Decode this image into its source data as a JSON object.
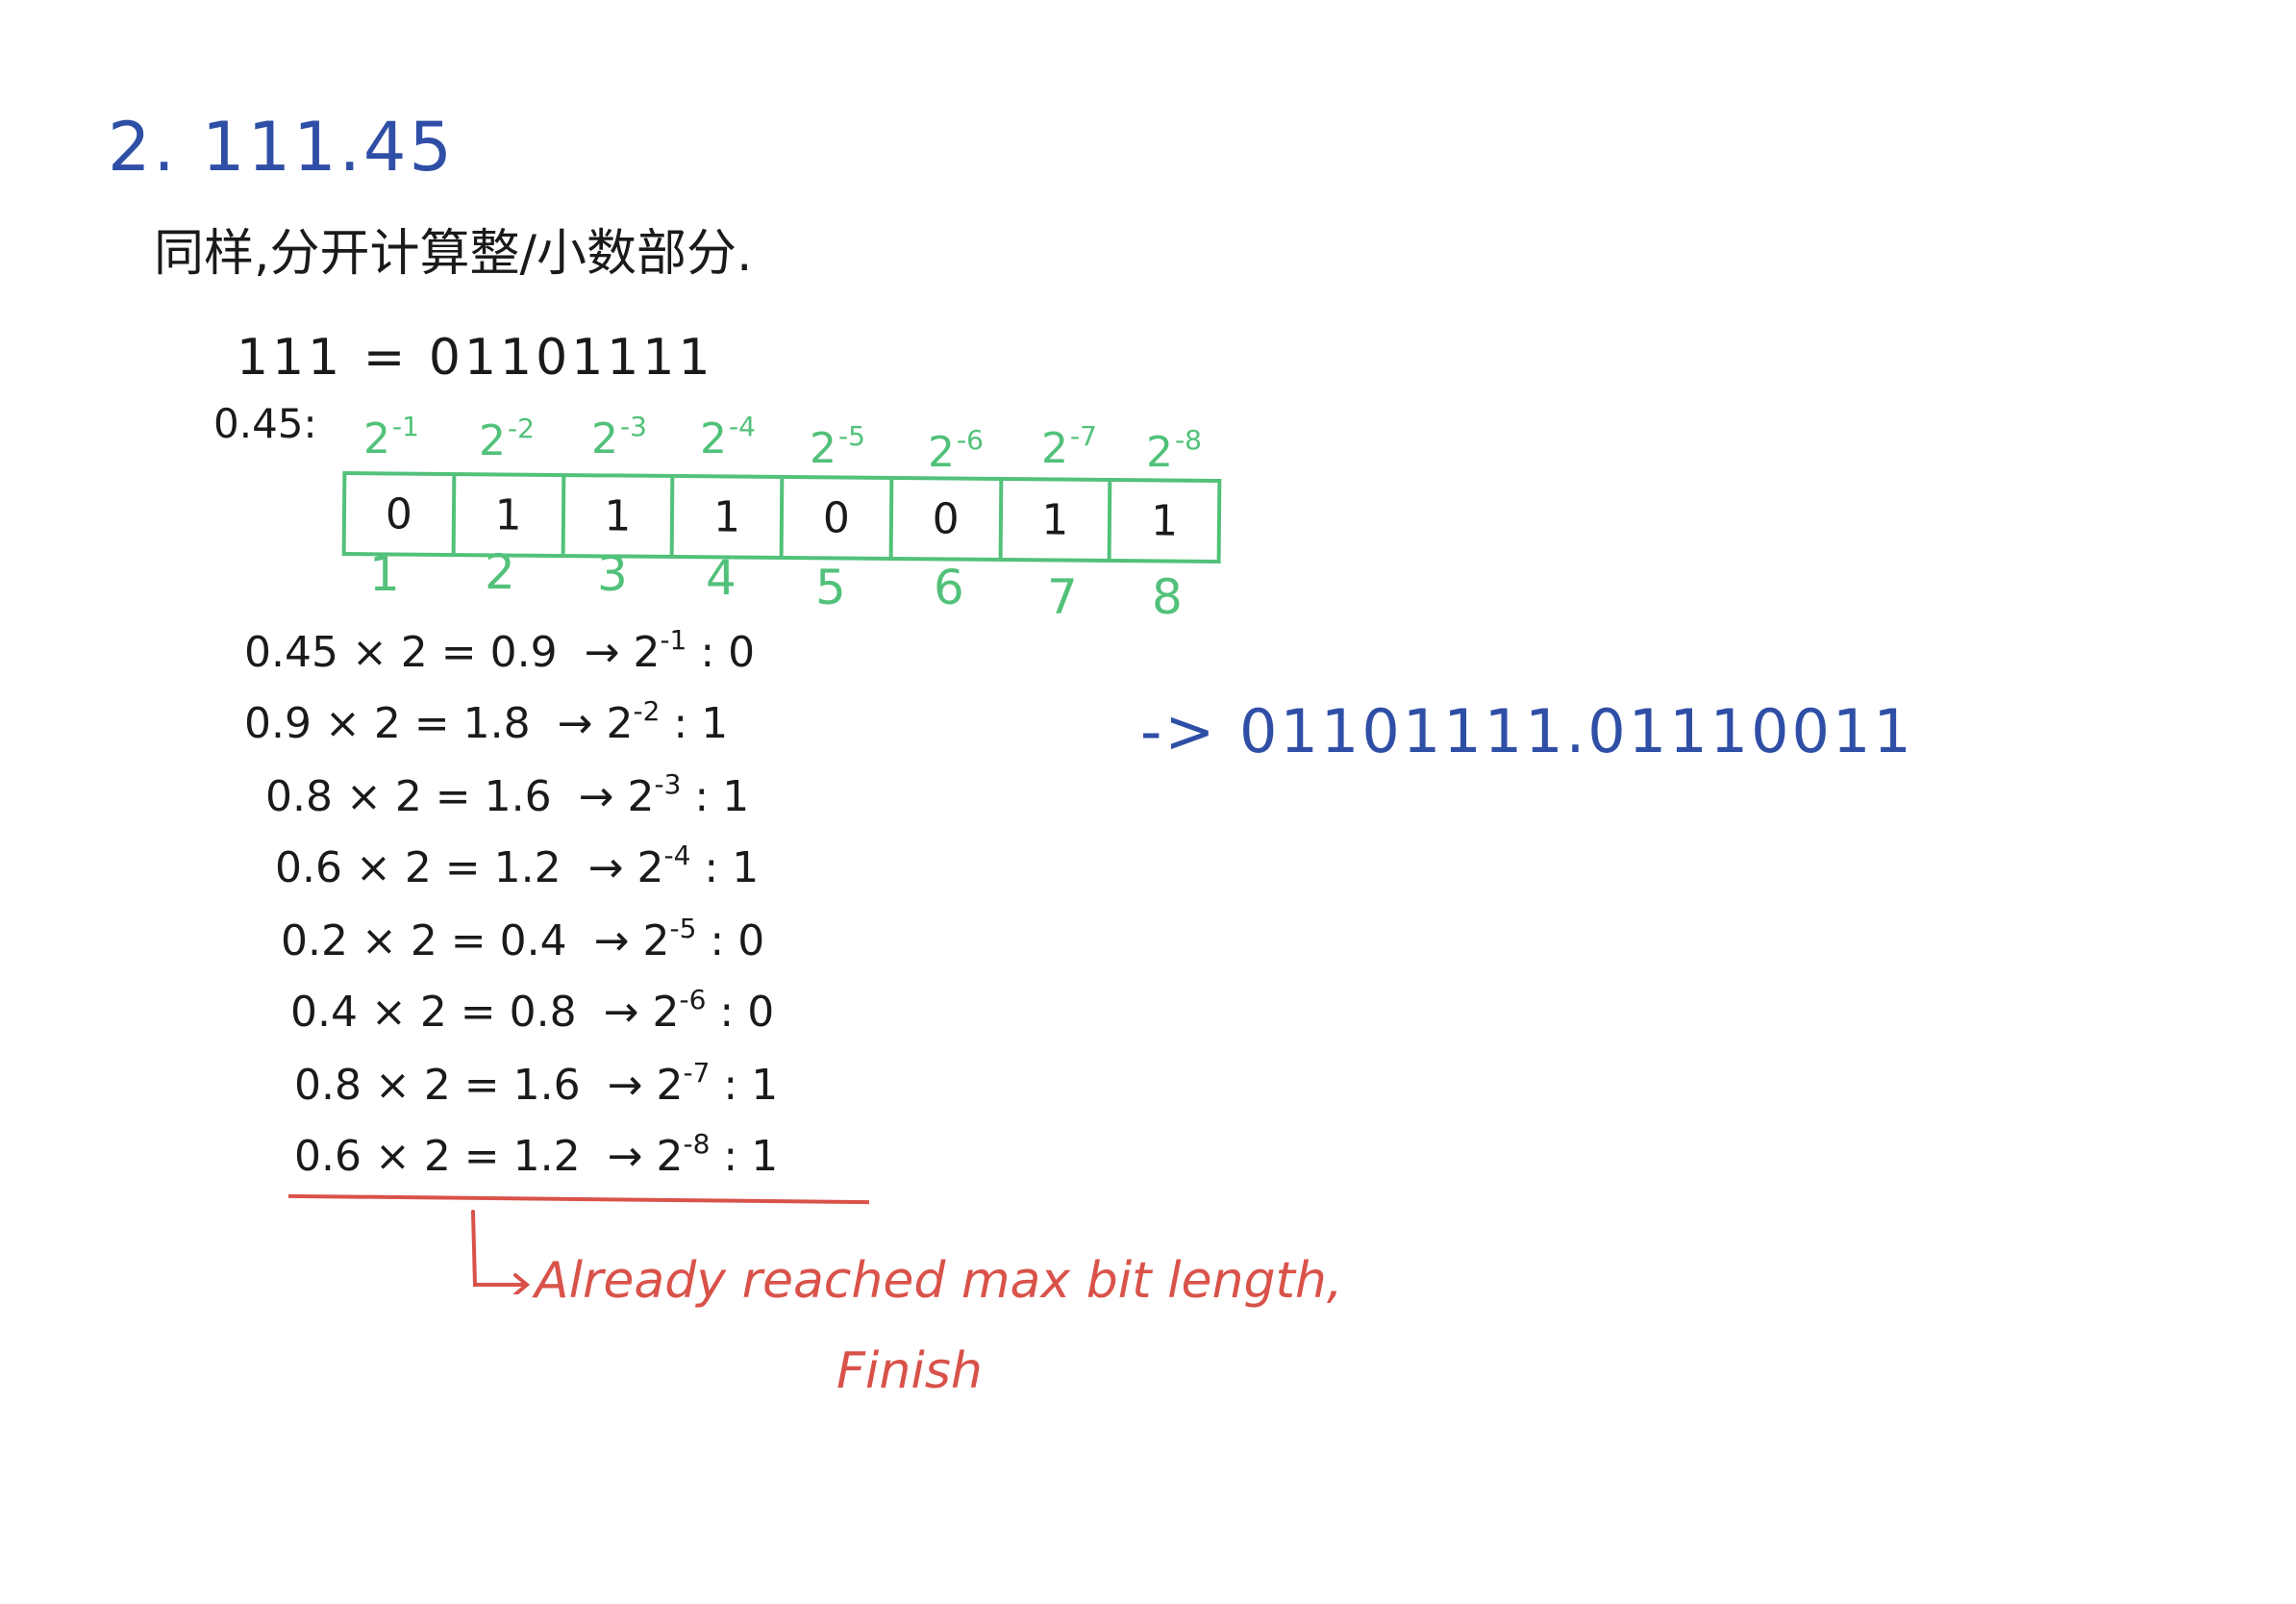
{
  "heading": "2. 111.45",
  "intro_note": "同样,分开计算整/小数部分.",
  "integer_conversion": "111 = 01101111",
  "fraction_label": "0.45:",
  "place_values": [
    {
      "base": "2",
      "exp": "-1"
    },
    {
      "base": "2",
      "exp": "-2"
    },
    {
      "base": "2",
      "exp": "-3"
    },
    {
      "base": "2",
      "exp": "-4"
    },
    {
      "base": "2",
      "exp": "-5"
    },
    {
      "base": "2",
      "exp": "-6"
    },
    {
      "base": "2",
      "exp": "-7"
    },
    {
      "base": "2",
      "exp": "-8"
    }
  ],
  "bits": [
    "0",
    "1",
    "1",
    "1",
    "0",
    "0",
    "1",
    "1"
  ],
  "positions": [
    "1",
    "2",
    "3",
    "4",
    "5",
    "6",
    "7",
    "8"
  ],
  "steps": [
    {
      "expr": "0.45 × 2 = 0.9",
      "arrow": "→",
      "exp": "-1",
      "bit": "0"
    },
    {
      "expr": "0.9 × 2 = 1.8",
      "arrow": "→",
      "exp": "-2",
      "bit": "1"
    },
    {
      "expr": "0.8 × 2 = 1.6",
      "arrow": "→",
      "exp": "-3",
      "bit": "1"
    },
    {
      "expr": "0.6 × 2 = 1.2",
      "arrow": "→",
      "exp": "-4",
      "bit": "1"
    },
    {
      "expr": "0.2 × 2 = 0.4",
      "arrow": "→",
      "exp": "-5",
      "bit": "0"
    },
    {
      "expr": "0.4 × 2 = 0.8",
      "arrow": "→",
      "exp": "-6",
      "bit": "0"
    },
    {
      "expr": "0.8 × 2 = 1.6",
      "arrow": "→",
      "exp": "-7",
      "bit": "1"
    },
    {
      "expr": "0.6 × 2 = 1.2",
      "arrow": "→",
      "exp": "-8",
      "bit": "1"
    }
  ],
  "result": "-> 01101111.01110011",
  "note": {
    "line1": "Already reached max bit length,",
    "line2": "Finish"
  },
  "colors": {
    "blue": "#2f4fa6",
    "green": "#52c17a",
    "red": "#d9524a",
    "ink": "#1a1a1a"
  }
}
